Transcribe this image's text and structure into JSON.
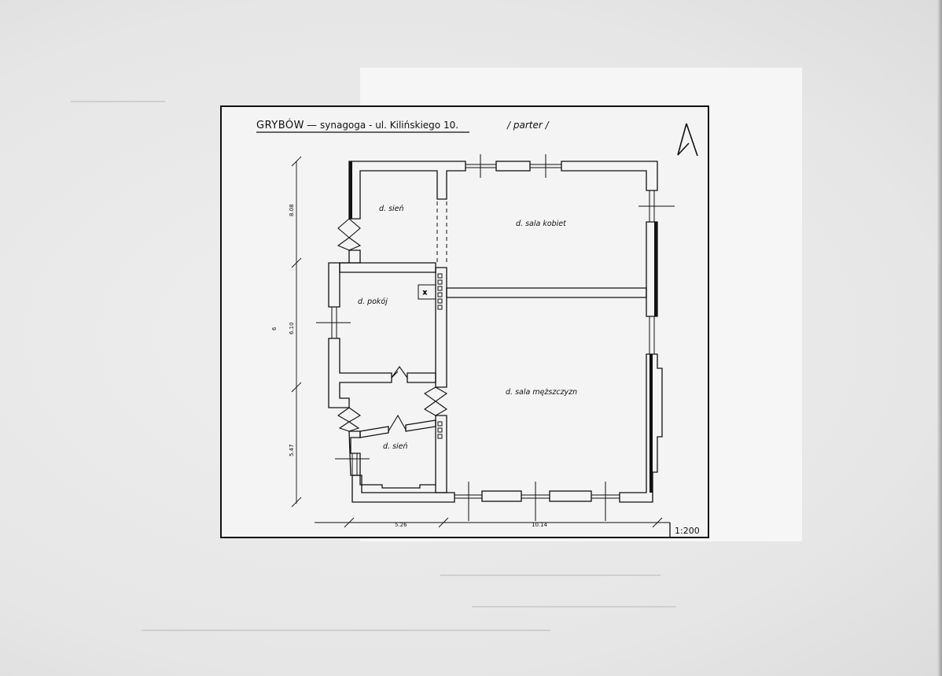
{
  "title": {
    "town": "GRYBÓW",
    "dash": "—",
    "rest": "synagoga - ul. Kilińskiego 10.",
    "floor": "/ parter /"
  },
  "rooms": {
    "vestibule_top": "d. sień",
    "women_hall": "d. sala kobiet",
    "room": "d. pokój",
    "men_hall": "d. sala męższczyzn",
    "vestibule_bottom": "d. sień"
  },
  "dimensions": {
    "left_top": "8.08",
    "left_mid": "6.10",
    "left_total": "6",
    "left_bottom": "5.47",
    "bottom_left": "5.26",
    "bottom_right": "10.14"
  },
  "scale": "1:200",
  "colors": {
    "ink": "#111111",
    "sheet": "#f6f6f6",
    "paper": "#e9e9e9"
  }
}
